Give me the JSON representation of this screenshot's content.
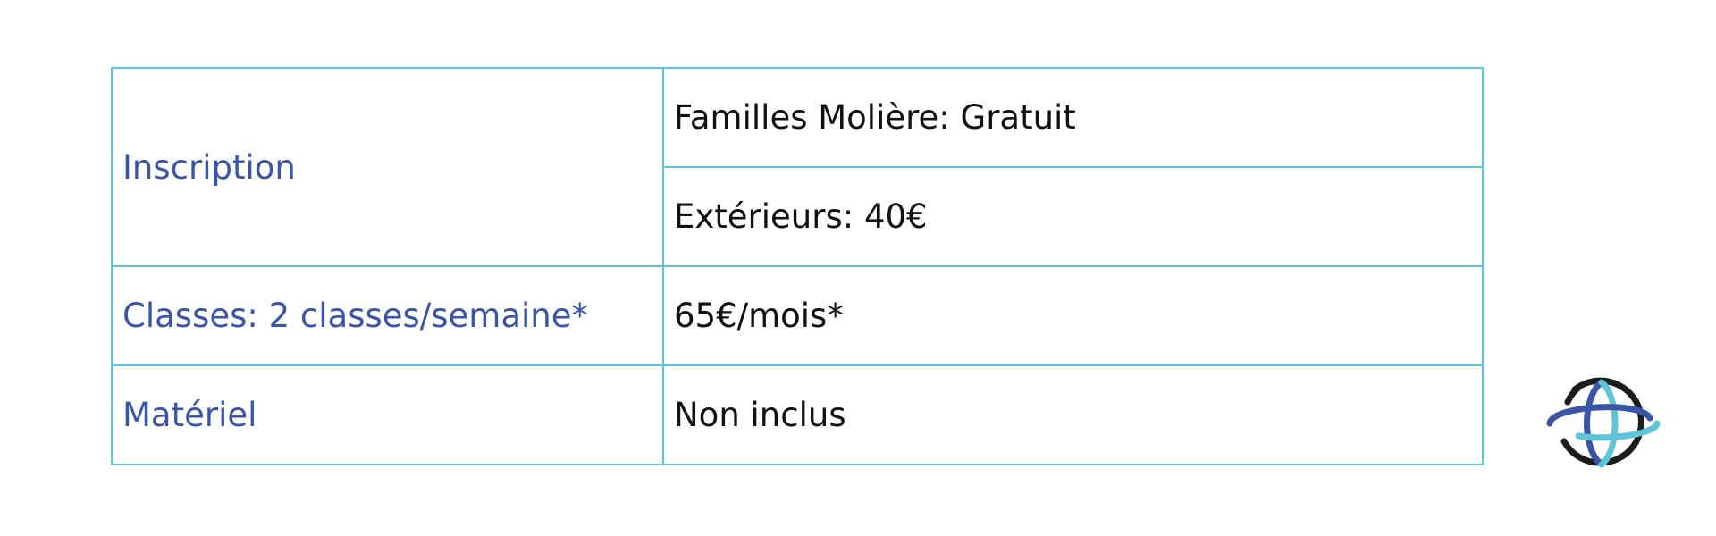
{
  "table": {
    "rows": [
      {
        "label": "Inscription",
        "values": [
          "Familles Molière: Gratuit",
          "Extérieurs: 40€"
        ]
      },
      {
        "label": "Classes: 2 classes/semaine*",
        "value": "65€/mois*"
      },
      {
        "label": "Matériel",
        "value": "Non inclus"
      }
    ]
  },
  "colors": {
    "border": "#5ec4d6",
    "label_text": "#3a55a6",
    "value_text": "#111111",
    "logo_dark": "#1c1c1c",
    "logo_blue": "#3a55a6",
    "logo_teal": "#5ec4d6"
  },
  "logo": {
    "icon": "globe-orbit-logo"
  }
}
